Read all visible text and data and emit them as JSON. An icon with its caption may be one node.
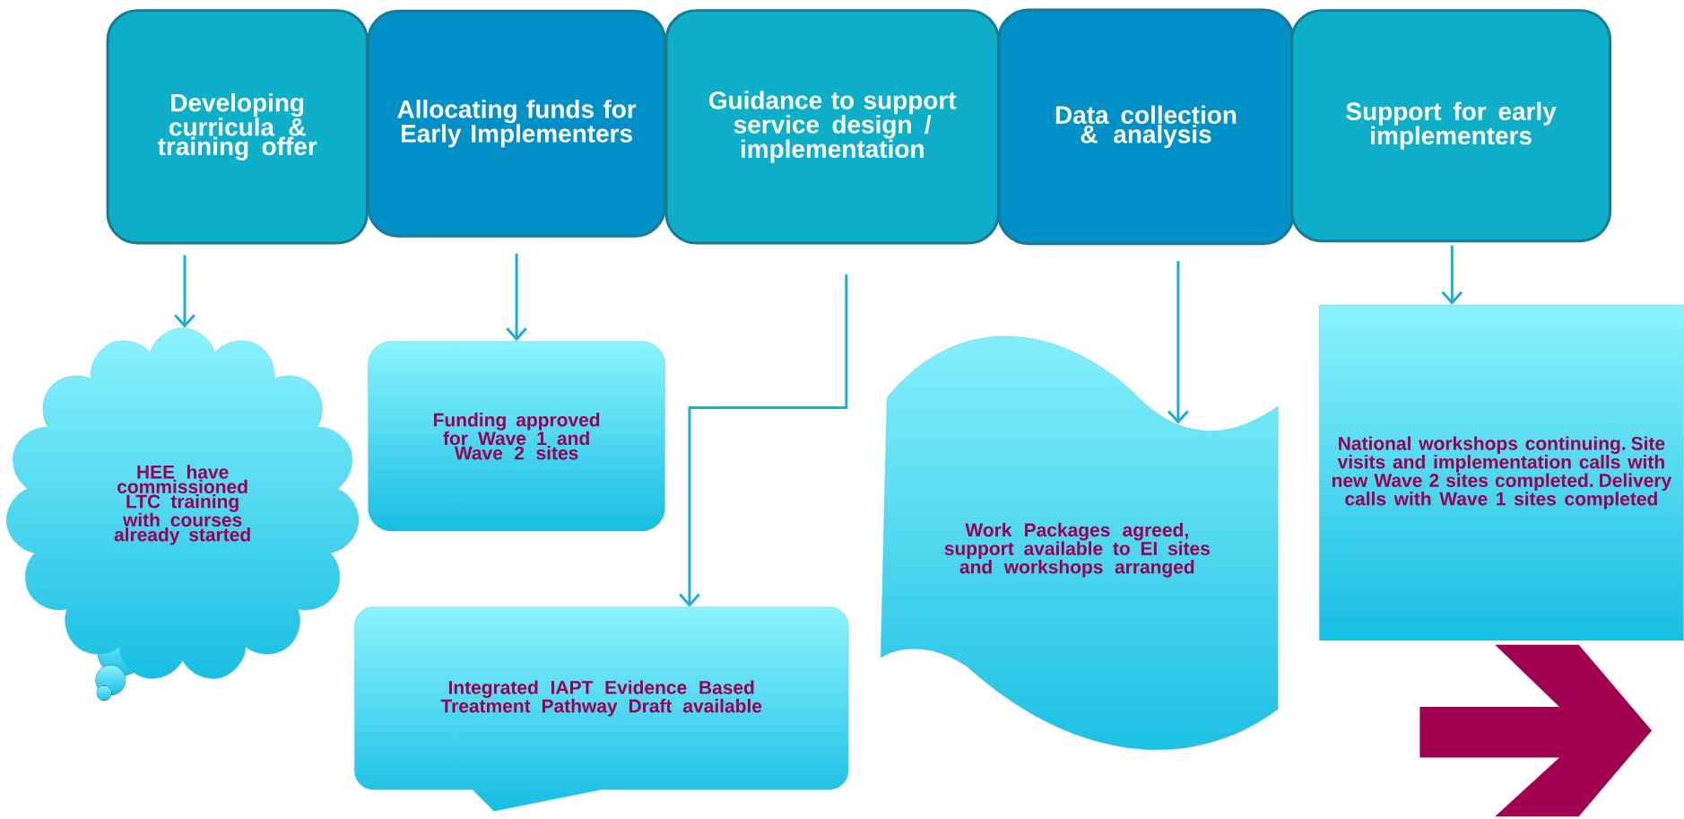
{
  "diagram": {
    "nodes": [
      {
        "text": [
          "Developing curricula & training offer"
        ]
      },
      {
        "text": [
          "Allocating funds for Early Implementers"
        ]
      },
      {
        "text": [
          "Guidance to support service design / implementation"
        ]
      },
      {
        "text": [
          "Data collection & analysis"
        ]
      },
      {
        "text": [
          "Support for early implementers"
        ]
      },
      {
        "text": [
          "HEE have commissioned LTC training with courses already started"
        ]
      },
      {
        "text": [
          "Funding approved for Wave 1 and Wave 2 sites"
        ]
      },
      {
        "text": [
          "Integrated IAPT Evidence Based Treatment Pathway Draft available"
        ]
      },
      {
        "text": [
          "Work Packages agreed, support available to EI sites and workshops arranged"
        ]
      },
      {
        "text": [
          "National workshops continuing. Site visits and implementation calls with new Wave 2 sites completed. Delivery calls with Wave 1 sites completed"
        ]
      }
    ],
    "edges": [
      {
        "from": 0,
        "to": 5,
        "arrow": "to"
      },
      {
        "from": 1,
        "to": 6,
        "arrow": "to"
      },
      {
        "from": 2,
        "to": 7,
        "arrow": "to"
      },
      {
        "from": 3,
        "to": 8,
        "arrow": "to"
      },
      {
        "from": 4,
        "to": 9,
        "arrow": "to"
      }
    ]
  }
}
